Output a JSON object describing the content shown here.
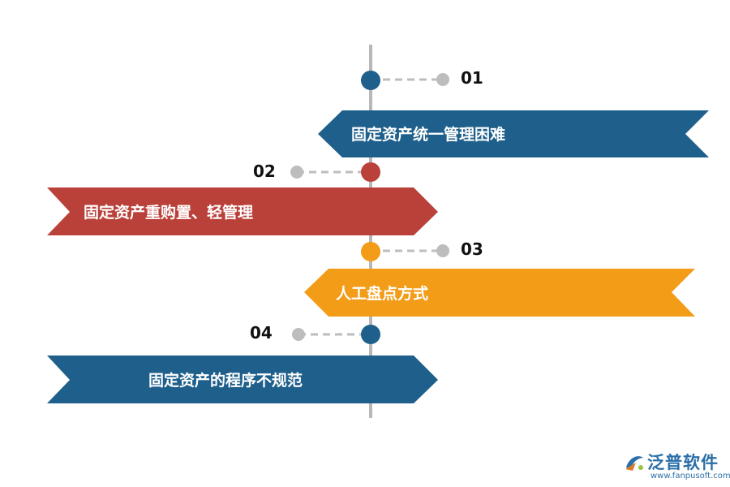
{
  "colors": {
    "blue": "#1f5f8b",
    "red": "#b9413a",
    "orange": "#f39c18",
    "timeline": "#b8b8b8",
    "dash": "#bdbdbd"
  },
  "items": [
    {
      "number": "01",
      "label": "固定资产统一管理困难",
      "color": "#1f5f8b",
      "side": "right"
    },
    {
      "number": "02",
      "label": "固定资产重购置、轻管理",
      "color": "#b9413a",
      "side": "left"
    },
    {
      "number": "03",
      "label": "人工盘点方式",
      "color": "#f39c18",
      "side": "right"
    },
    {
      "number": "04",
      "label": "固定资产的程序不规范",
      "color": "#1f5f8b",
      "side": "left"
    }
  ],
  "logo": {
    "name": "泛普软件",
    "url": "www.fanpusoft.com",
    "icon": "fanpu-logo-icon"
  }
}
